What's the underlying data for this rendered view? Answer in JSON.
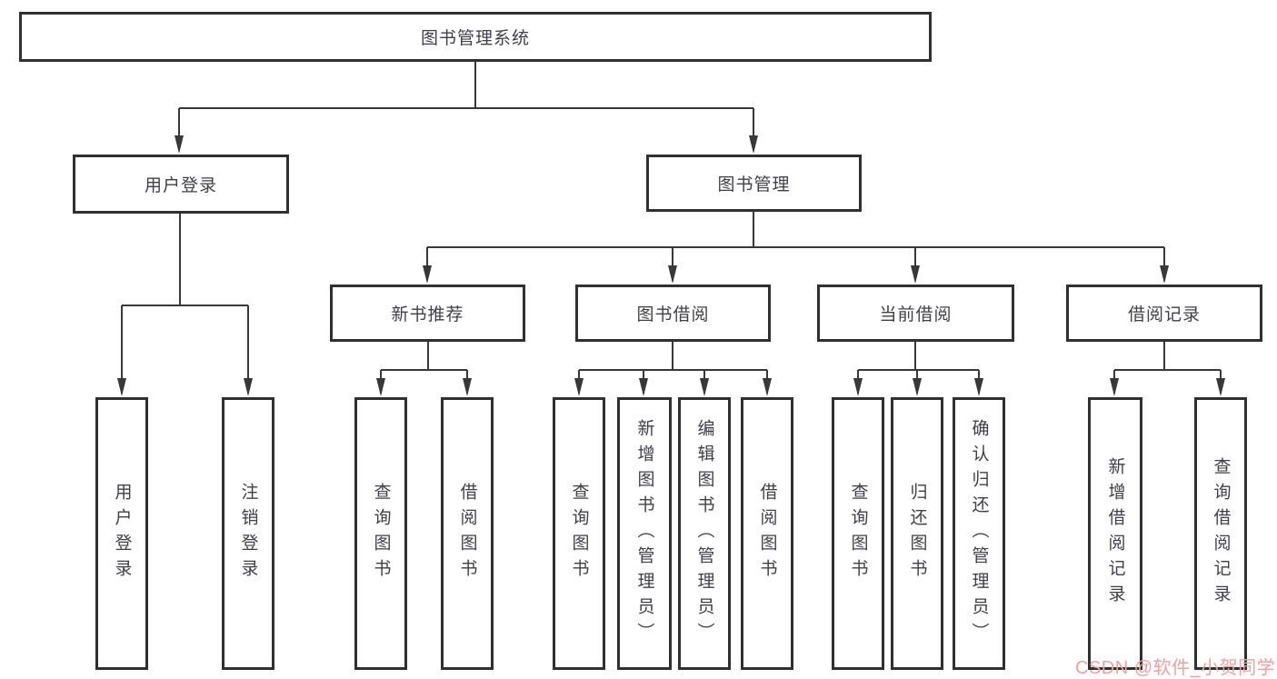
{
  "colors": {
    "background": "#ffffff",
    "line": "#383838",
    "box_border": "#303030",
    "box_text": "#3f3f46",
    "watermark": "#f0a0a0"
  },
  "watermark": {
    "text": "CSDN @软件_小贺同学"
  },
  "nodes": {
    "root": {
      "label": "图书管理系统"
    },
    "user_login": {
      "label": "用户登录"
    },
    "book_mgmt": {
      "label": "图书管理"
    },
    "leaf_user_login": {
      "label": "用户登录"
    },
    "leaf_logout": {
      "label": "注销登录"
    },
    "new_book_rec": {
      "label": "新书推荐"
    },
    "book_borrow": {
      "label": "图书借阅"
    },
    "current_borrow": {
      "label": "当前借阅"
    },
    "borrow_record": {
      "label": "借阅记录"
    },
    "nbr_query_book": {
      "label": "查询图书"
    },
    "nbr_borrow_book": {
      "label": "借阅图书"
    },
    "bb_query_book": {
      "label": "查询图书"
    },
    "bb_add_book": {
      "label": "新增图书（管理员）"
    },
    "bb_edit_book": {
      "label": "编辑图书（管理员）"
    },
    "bb_borrow_book": {
      "label": "借阅图书"
    },
    "cb_query_book": {
      "label": "查询图书"
    },
    "cb_return_book": {
      "label": "归还图书"
    },
    "cb_confirm_return": {
      "label": "确认归还（管理员）"
    },
    "br_add_record": {
      "label": "新增借阅记录"
    },
    "br_query_record": {
      "label": "查询借阅记录"
    }
  }
}
